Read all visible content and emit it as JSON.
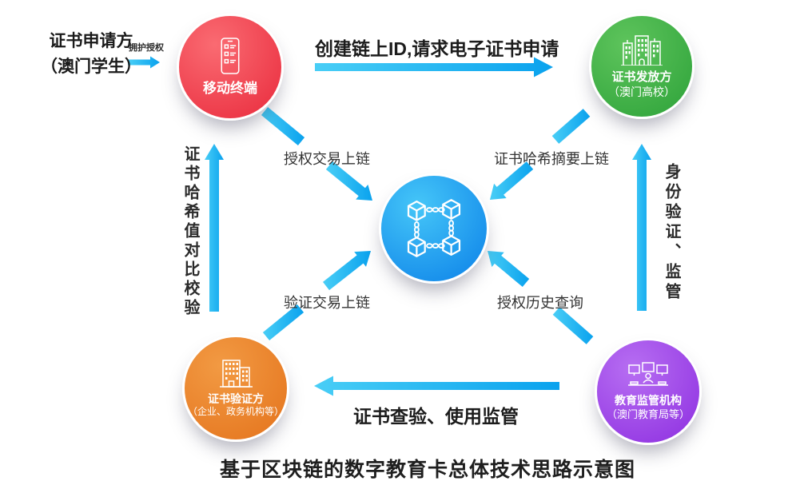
{
  "title": "基于区块链的数字教育卡总体技术思路示意图",
  "applicant": {
    "line1": "证书申请方",
    "line2": "（澳门学生）",
    "arrow_label": "拥护授权"
  },
  "nodes": {
    "mobile": {
      "label": "移动终端",
      "icon": "smartphone-icon",
      "color_light": "#fa6b72",
      "color_dark": "#e92a3c"
    },
    "issuer": {
      "line1": "证书发放方",
      "line2": "（澳门高校）",
      "icon": "campus-buildings-icon",
      "color_light": "#5ec45c",
      "color_dark": "#2da239"
    },
    "blockchain": {
      "icon": "blockchain-cubes-icon",
      "color_light": "#45c6f8",
      "color_dark": "#0b80e8"
    },
    "verifier": {
      "line1": "证书验证方",
      "line2": "（企业、政务机构等）",
      "icon": "office-building-icon",
      "color_light": "#f29a43",
      "color_dark": "#e4731c"
    },
    "regulator": {
      "line1": "教育监管机构",
      "line2": "（澳门教育局等）",
      "icon": "monitor-workstations-icon",
      "color_light": "#b76ef2",
      "color_dark": "#8d2ee0"
    }
  },
  "edges": {
    "top": "创建链上ID,请求电子证书申请",
    "bottom": "证书查验、使用监管",
    "left_vertical": "证书哈希值对比校验",
    "right_vertical": "身份验证、监管",
    "auth_tx": "授权交易上链",
    "hash_digest": "证书哈希摘要上链",
    "verify_tx": "验证交易上链",
    "history_query": "授权历史查询"
  },
  "colors": {
    "arrow_light": "#49cef6",
    "arrow_dark": "#0aa2ee",
    "text": "#222222",
    "background": "#ffffff"
  }
}
